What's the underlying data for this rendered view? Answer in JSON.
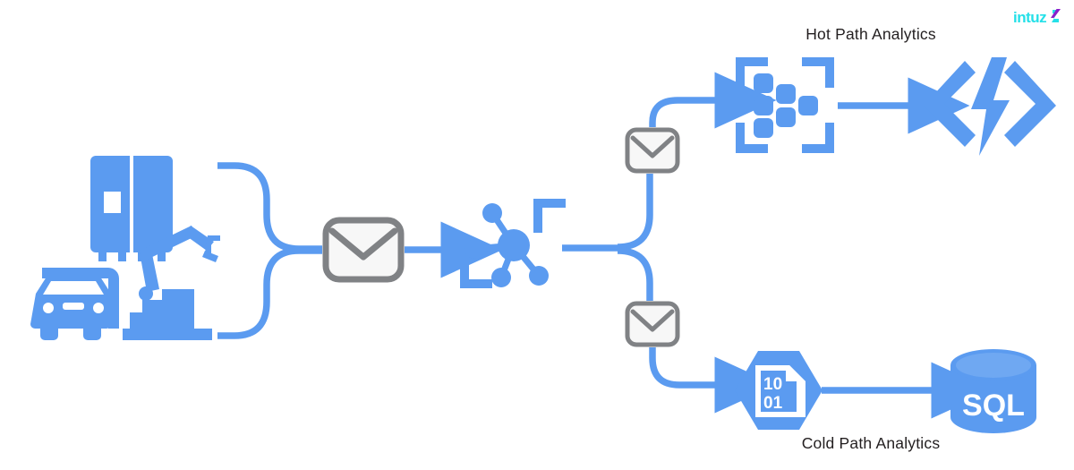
{
  "diagram": {
    "title_hot": "Hot Path Analytics",
    "title_cold": "Cold Path Analytics",
    "colors": {
      "accent_blue": "#5B9BF0",
      "envelope_stroke": "#808285",
      "envelope_fill": "#F7F7F7",
      "label_text": "#231f20",
      "logo_cyan": "#24E0E8",
      "logo_accent": "#8B1FC9",
      "background": "#FFFFFF"
    },
    "nodes": [
      {
        "id": "devices",
        "name": "iot-devices",
        "icon": "devices-icon",
        "label": ""
      },
      {
        "id": "mail-main",
        "name": "message-envelope",
        "icon": "envelope-icon",
        "label": ""
      },
      {
        "id": "hub",
        "name": "iot-hub",
        "icon": "iot-hub-icon",
        "label": ""
      },
      {
        "id": "mail-hot",
        "name": "hot-path-message",
        "icon": "envelope-icon",
        "label": ""
      },
      {
        "id": "mail-cold",
        "name": "cold-path-message",
        "icon": "envelope-icon",
        "label": ""
      },
      {
        "id": "stream",
        "name": "stream-analytics",
        "icon": "stream-analytics-icon",
        "label": ""
      },
      {
        "id": "power",
        "name": "realtime-dashboard",
        "icon": "code-lightning-icon",
        "label": ""
      },
      {
        "id": "blob",
        "name": "blob-storage",
        "icon": "binary-document-icon",
        "label": "10 01"
      },
      {
        "id": "sql",
        "name": "sql-database",
        "icon": "database-icon",
        "label": "SQL"
      }
    ],
    "blob_text": {
      "line1": "10",
      "line2": "01"
    },
    "sql_text": "SQL",
    "logo": {
      "text": "intuz"
    }
  }
}
